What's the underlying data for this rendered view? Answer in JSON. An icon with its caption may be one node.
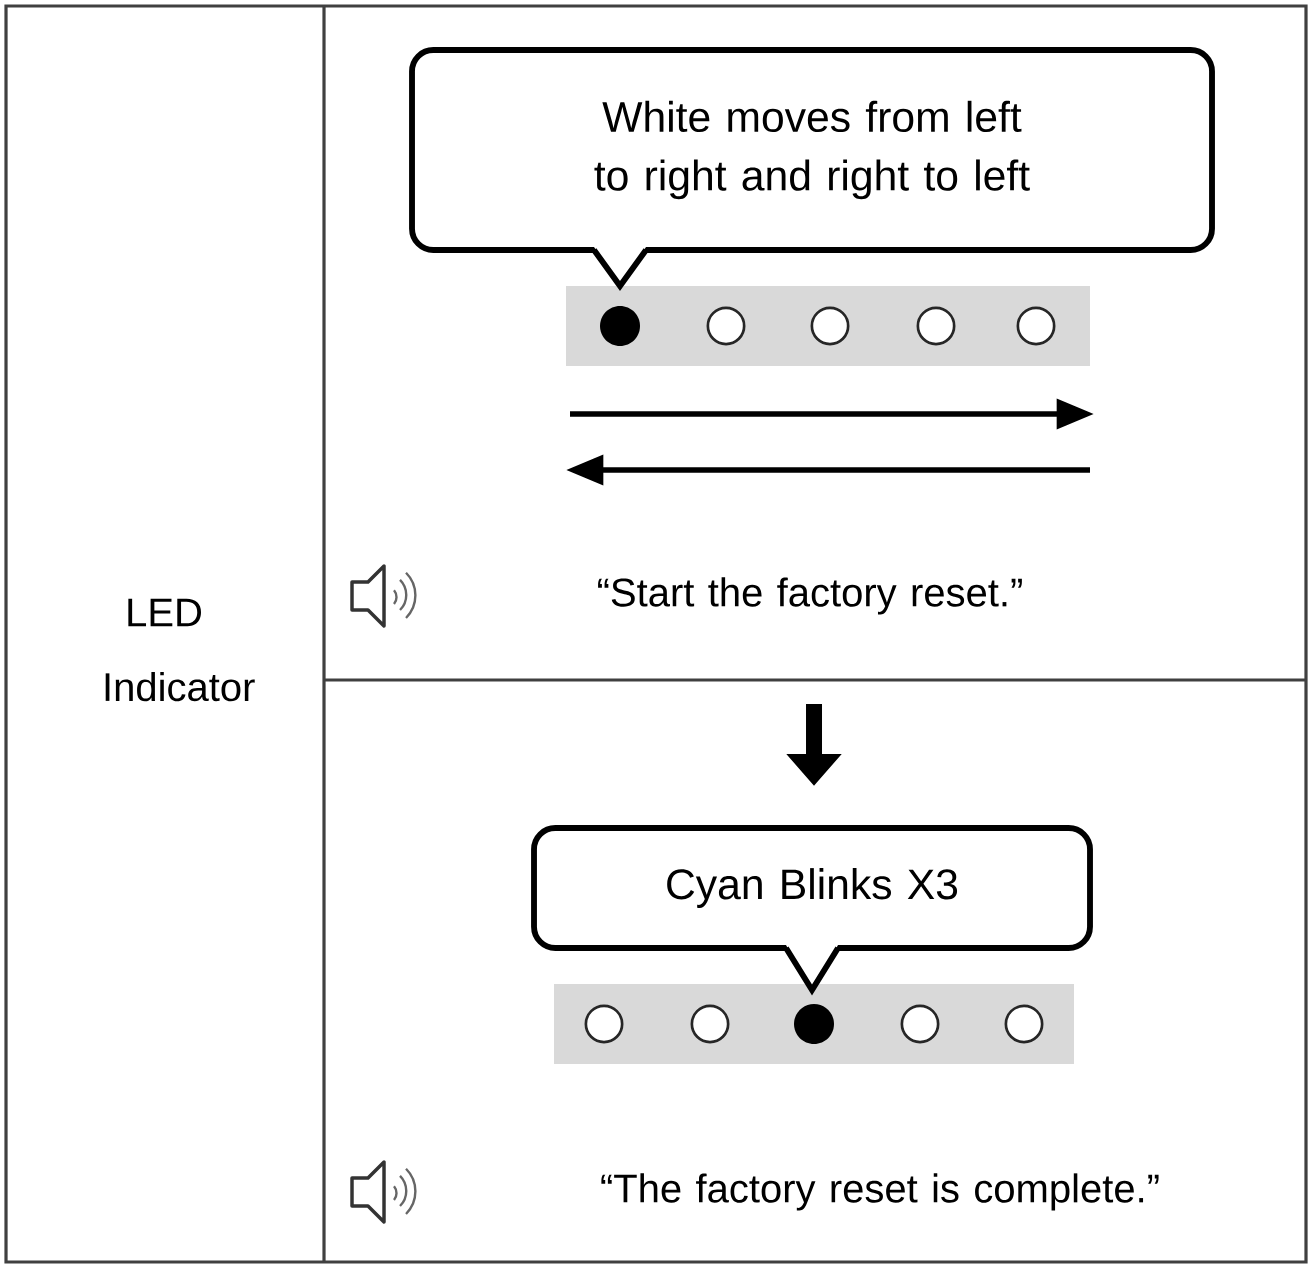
{
  "diagram": {
    "nodes": [
      {
        "text": [
          "White moves from left to right and right to left"
        ]
      },
      {
        "text": [
          "Cyan Blinks X3"
        ]
      }
    ],
    "labels": [
      "LED Indicator",
      "“Start the factory reset.”",
      "“The factory reset is complete.”"
    ]
  }
}
